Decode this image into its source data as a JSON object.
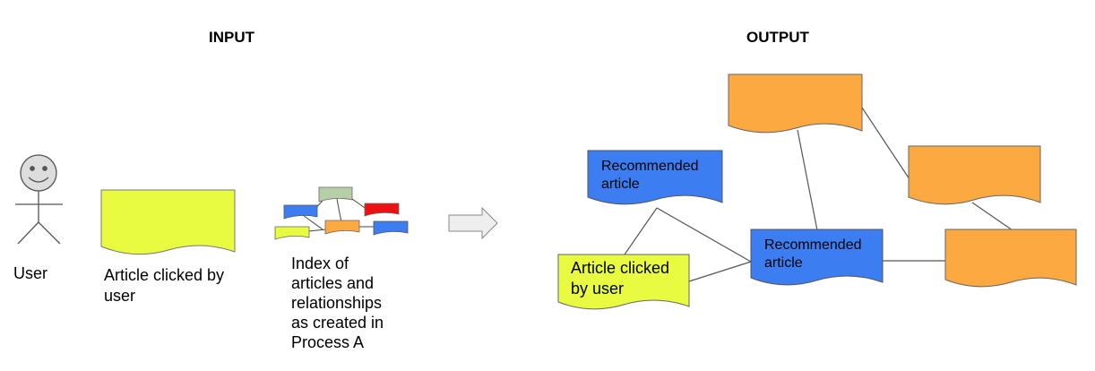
{
  "input": {
    "heading": "INPUT",
    "user_label": "User",
    "article_label_lines": [
      "Article clicked by",
      "user"
    ],
    "index_label_lines": [
      "Index of",
      "articles and",
      "relationships",
      "as created in",
      "Process A"
    ]
  },
  "output": {
    "heading": "OUTPUT",
    "recommended_top_lines": [
      "Recommended",
      "article"
    ],
    "recommended_center_lines": [
      "Recommended",
      "article"
    ],
    "clicked_lines": [
      "Article clicked",
      "by user"
    ]
  },
  "colors": {
    "yellow": "#e8fb40",
    "orange": "#fda942",
    "blue": "#3d7df2",
    "green": "#b5d0a7",
    "red": "#ee1111",
    "arrow": "#eeeeee",
    "stroke": "#555555"
  },
  "icons": {
    "user": "stick-figure-icon",
    "index": "mini-graph-icon",
    "arrow": "right-arrow-icon"
  }
}
